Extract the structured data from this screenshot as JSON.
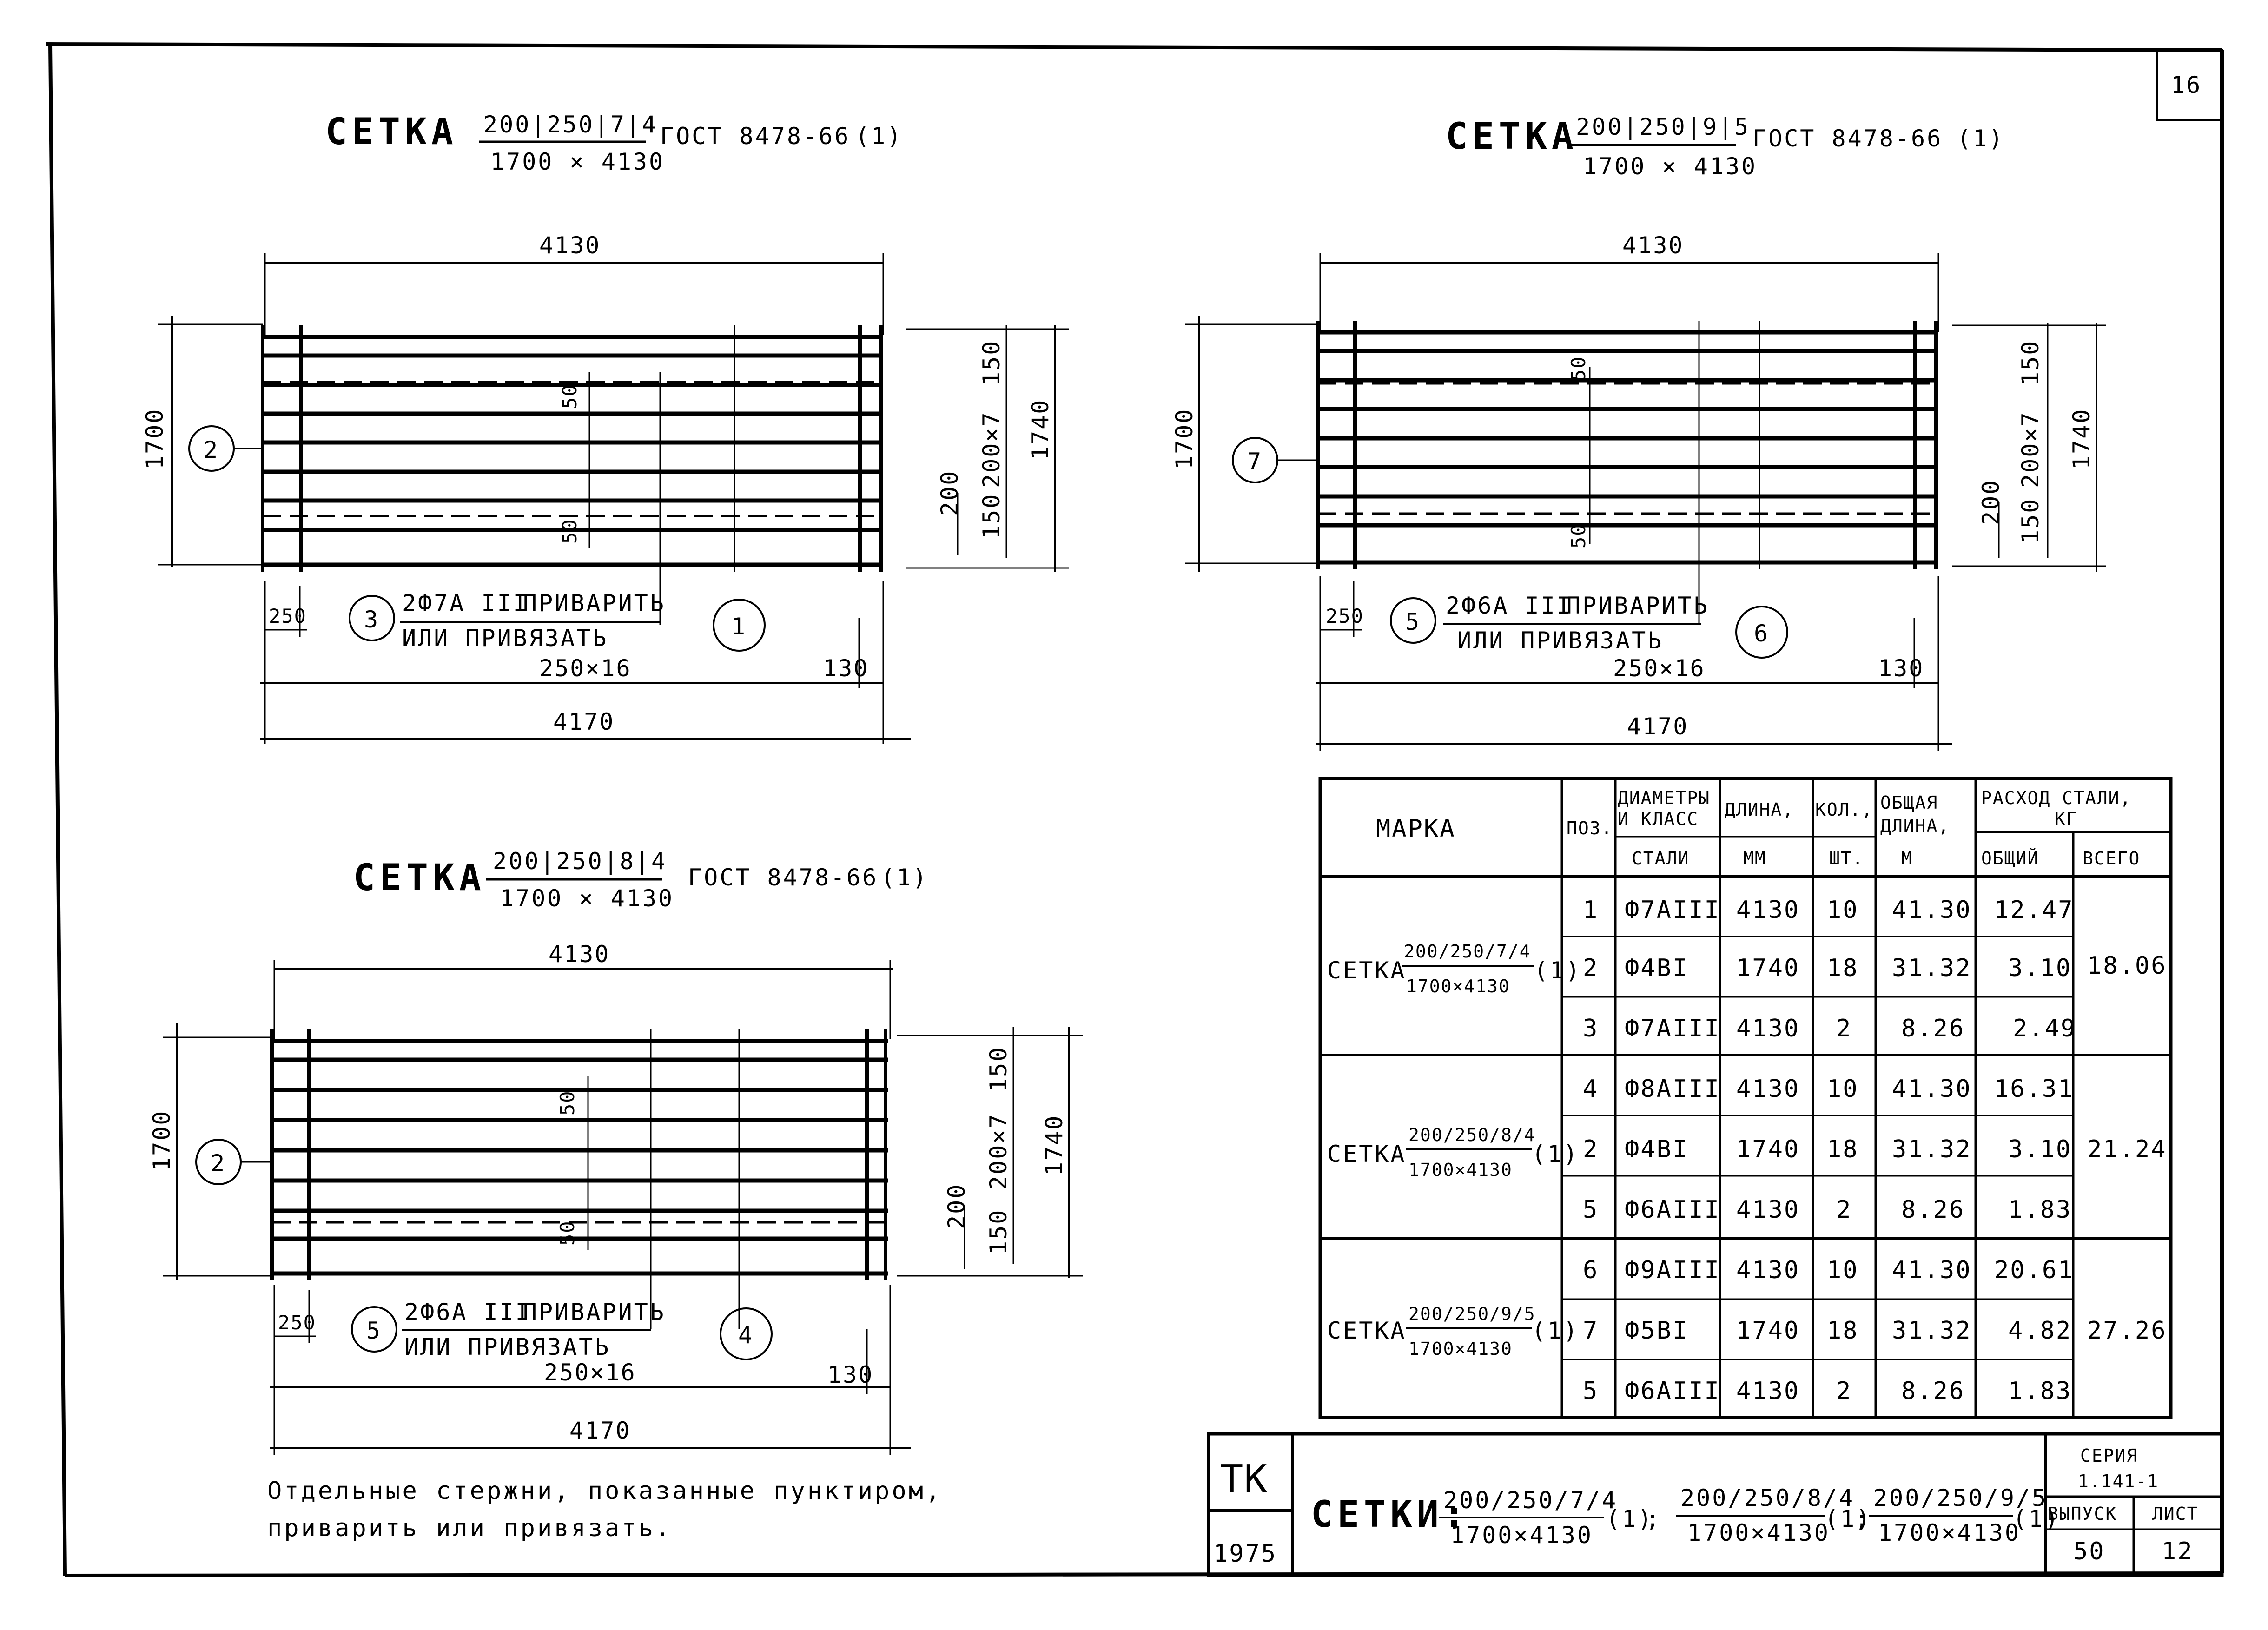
{
  "sheet_corner_number": "16",
  "common": {
    "gost": "ГОСТ 8478-66",
    "suffix": "(1)",
    "size": "1700 × 4130",
    "weld_or_tie": "ПРИВАРИТЬ",
    "or_tie": "ИЛИ ПРИВЯЗАТЬ"
  },
  "drawings": [
    {
      "id": "a",
      "title": "СЕТКА",
      "fraction_top": "200|250|7|4",
      "dims": {
        "top": "4130",
        "bottom": "4170",
        "left": "1700",
        "right_total": "1740",
        "right_pitch": "200×7",
        "right_edge1": "150",
        "right_edge2": "150",
        "spacing": "200",
        "first": "250",
        "pitch_long": "250×16",
        "end": "130",
        "offset1": "50",
        "offset2": "50"
      },
      "callout_left": "2",
      "callout_note": "3",
      "callout_long": "1",
      "note": "2Ф7А III"
    },
    {
      "id": "b",
      "title": "СЕТКА",
      "fraction_top": "200|250|9|5",
      "dims": {
        "top": "4130",
        "bottom": "4170",
        "left": "1700",
        "right_total": "1740",
        "right_pitch": "200×7",
        "right_edge1": "150",
        "right_edge2": "150",
        "spacing": "200",
        "first": "250",
        "pitch_long": "250×16",
        "end": "130",
        "offset1": "50",
        "offset2": "50"
      },
      "callout_left": "7",
      "callout_note": "5",
      "callout_long": "6",
      "note": "2Ф6А III"
    },
    {
      "id": "c",
      "title": "СЕТКА",
      "fraction_top": "200|250|8|4",
      "dims": {
        "top": "4130",
        "bottom": "4170",
        "left": "1700",
        "right_total": "1740",
        "right_pitch": "200×7",
        "right_edge1": "150",
        "right_edge2": "150",
        "spacing": "200",
        "first": "250",
        "pitch_long": "250×16",
        "end": "130",
        "offset1": "50",
        "offset2": "50"
      },
      "callout_left": "2",
      "callout_note": "5",
      "callout_long": "4",
      "note": "2Ф6А III"
    }
  ],
  "footnote": {
    "line1": "Отдельные стержни, показанные пунктиром,",
    "line2": "приварить или привязать."
  },
  "table": {
    "headers": {
      "mark": "МАРКА",
      "pos": "ПОЗ.",
      "diam_l1": "ДИАМЕТРЫ",
      "diam_l2": "И КЛАСС",
      "diam_l3": "СТАЛИ",
      "len_l1": "ДЛИНА,",
      "len_l2": "ММ",
      "qty_l1": "КОЛ.,",
      "qty_l2": "ШТ.",
      "total_l1": "ОБЩАЯ",
      "total_l2": "ДЛИНА,",
      "total_l3": "М",
      "steel_l1": "РАСХОД СТАЛИ,",
      "steel_l2": "КГ",
      "steel_general": "ОБЩИЙ",
      "steel_all": "ВСЕГО"
    },
    "groups": [
      {
        "mark": "СЕТКА",
        "frac_top": "200/250/7/4",
        "frac_bottom": "1700×4130",
        "suffix": "(1)",
        "all": "18.06",
        "rows": [
          {
            "pos": "1",
            "diam": "Ф7АIII",
            "len": "4130",
            "qty": "10",
            "total": "41.30",
            "gen": "12.47"
          },
          {
            "pos": "2",
            "diam": "Ф4ВI",
            "len": "1740",
            "qty": "18",
            "total": "31.32",
            "gen": "3.10"
          },
          {
            "pos": "3",
            "diam": "Ф7АIII",
            "len": "4130",
            "qty": "2",
            "total": "8.26",
            "gen": "2.49"
          }
        ]
      },
      {
        "mark": "СЕТКА",
        "frac_top": "200/250/8/4",
        "frac_bottom": "1700×4130",
        "suffix": "(1)",
        "all": "21.24",
        "rows": [
          {
            "pos": "4",
            "diam": "Ф8АIII",
            "len": "4130",
            "qty": "10",
            "total": "41.30",
            "gen": "16.31"
          },
          {
            "pos": "2",
            "diam": "Ф4ВI",
            "len": "1740",
            "qty": "18",
            "total": "31.32",
            "gen": "3.10"
          },
          {
            "pos": "5",
            "diam": "Ф6АIII",
            "len": "4130",
            "qty": "2",
            "total": "8.26",
            "gen": "1.83"
          }
        ]
      },
      {
        "mark": "СЕТКА",
        "frac_top": "200/250/9/5",
        "frac_bottom": "1700×4130",
        "suffix": "(1)",
        "all": "27.26",
        "rows": [
          {
            "pos": "6",
            "diam": "Ф9АIII",
            "len": "4130",
            "qty": "10",
            "total": "41.30",
            "gen": "20.61"
          },
          {
            "pos": "7",
            "diam": "Ф5ВI",
            "len": "1740",
            "qty": "18",
            "total": "31.32",
            "gen": "4.82"
          },
          {
            "pos": "5",
            "diam": "Ф6АIII",
            "len": "4130",
            "qty": "2",
            "total": "8.26",
            "gen": "1.83"
          }
        ]
      }
    ]
  },
  "title_block": {
    "org": "ТК",
    "year": "1975",
    "caption": "СЕТКИ:",
    "frac1_top": "200/250/7/4",
    "frac2_top": "200/250/8/4",
    "frac3_top": "200/250/9/5",
    "frac_bottom": "1700×4130",
    "suffix": "(1)",
    "sep": ";",
    "series_label": "СЕРИЯ",
    "series_value": "1.141-1",
    "issue_label": "ВЫПУСК",
    "issue_value": "50",
    "sheet_label": "ЛИСТ",
    "sheet_value": "12"
  }
}
